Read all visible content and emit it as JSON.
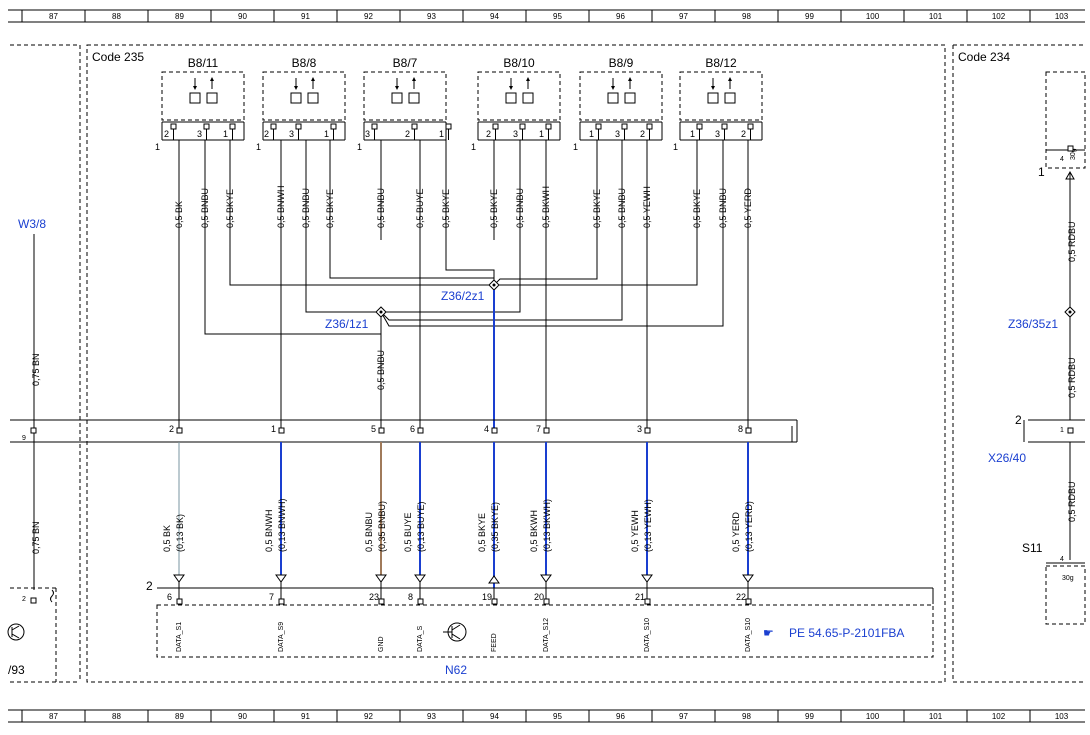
{
  "ruler": [
    "87",
    "88",
    "89",
    "90",
    "91",
    "92",
    "93",
    "94",
    "95",
    "96",
    "97",
    "98",
    "99",
    "100",
    "101",
    "102",
    "103"
  ],
  "codes": {
    "left": "Code 235",
    "right": "Code 234"
  },
  "sensors": [
    {
      "id": "B8/11",
      "pins": [
        "2",
        "3",
        "1"
      ]
    },
    {
      "id": "B8/8",
      "pins": [
        "2",
        "3",
        "1"
      ]
    },
    {
      "id": "B8/7",
      "pins": [
        "3",
        "2",
        "1"
      ]
    },
    {
      "id": "B8/10",
      "pins": [
        "2",
        "3",
        "1"
      ]
    },
    {
      "id": "B8/9",
      "pins": [
        "1",
        "3",
        "2"
      ]
    },
    {
      "id": "B8/12",
      "pins": [
        "1",
        "3",
        "2"
      ]
    }
  ],
  "sensor_side_label": "1",
  "upper_wires": [
    "0,5 BK",
    "0,5 BNBU",
    "0,5 BKYE",
    "0,5 BNWH",
    "0,5 BNBU",
    "0,5 BKYE",
    "0,5 BNBU",
    "0,5 BUYE",
    "0,5 BKYE",
    "0,5 BKYE",
    "0,5 BNBU",
    "0,5 BKWH",
    "0,5 BKYE",
    "0,5 BNBU",
    "0,5 YEWH",
    "0,5 BKYE",
    "0,5 BNBU",
    "0,5 YERD"
  ],
  "splices": {
    "z2": "Z36/2z1",
    "z1": "Z36/1z1",
    "z35": "Z36/35z1"
  },
  "mid_wire": "0,5 BNBU",
  "left_conn": {
    "label": "W3/8",
    "wire": "0,75 BN",
    "pin": "9",
    "wire2": "0,75 BN",
    "pin2": "2",
    "frag": "/93"
  },
  "connector_pins": [
    "2",
    "1",
    "5",
    "6",
    "4",
    "7",
    "3",
    "8"
  ],
  "lower_wires": [
    {
      "a": "0,5 BK",
      "b": "(0,13 BK)"
    },
    {
      "a": "0,5 BNWH",
      "b": "(0,13 BNWH)"
    },
    {
      "a": "0,5 BNBU",
      "b": "(0,35 BNBU)"
    },
    {
      "a": "0,5 BUYE",
      "b": "(0,13 BUYE)"
    },
    {
      "a": "0,5 BKYE",
      "b": "(0,35 BKYE)"
    },
    {
      "a": "0,5 BKWH",
      "b": "(0,13 BKWH)"
    },
    {
      "a": "0,5 YEWH",
      "b": "(0,13 YEWH)"
    },
    {
      "a": "0,5 YERD",
      "b": "(0,13 YERD)"
    }
  ],
  "n62": {
    "label": "N62",
    "side": "2",
    "pins": [
      "6",
      "7",
      "23",
      "8",
      "19",
      "20",
      "21",
      "22"
    ],
    "signals": [
      "DATA_S1",
      "DATA_S9",
      "GND",
      "DATA_S",
      "FEED",
      "DATA_S12",
      "DATA_S10",
      "DATA_S10"
    ],
    "ref": "PE 54.65-P-2101FBA"
  },
  "right": {
    "pin_top": "4",
    "sig_top": "30g",
    "label_one": "1",
    "wire1": "0,5 RDBU",
    "wire2": "0,5 RDBU",
    "conn_label": "X26/40",
    "conn_side": "2",
    "conn_pin": "1",
    "wire3": "0,5 RDBU",
    "s11": "S11",
    "s11_pin": "4",
    "s11_sig": "30g"
  },
  "colors": {
    "blue": "#1a3fd0",
    "brown": "#a07a5a",
    "tan": "#7a96a0"
  }
}
